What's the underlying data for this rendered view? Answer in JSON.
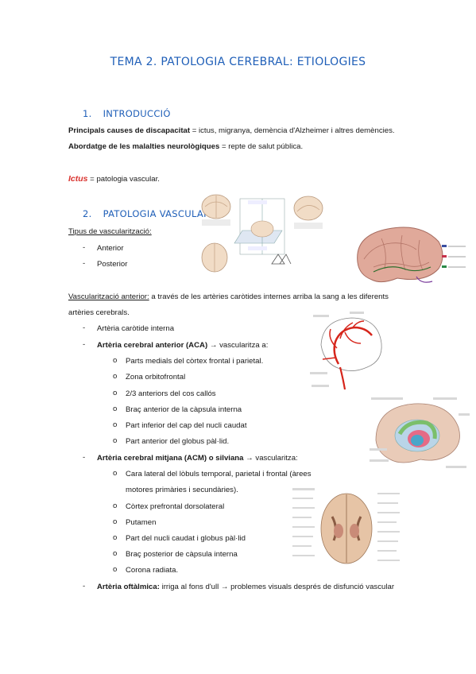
{
  "title": "TEMA 2. PATOLOGIA CEREBRAL: ETIOLOGIES",
  "sec1": {
    "num": "1.",
    "label": "INTRODUCCIÓ"
  },
  "intro": {
    "l1_bold": "Principals causes de discapacitat",
    "l1_rest": " = ictus, migranya, demència d'Alzheimer i altres demències.",
    "l2_bold": "Abordatge de les malalties neurològiques",
    "l2_rest": " = repte de salut pública.",
    "ictus_word": "Ictus",
    "ictus_rest": " = patologia vascular."
  },
  "sec2": {
    "num": "2.",
    "label": "PATOLOGIA VASCULAR"
  },
  "tipus": {
    "heading": "Tipus de vascularització:",
    "items": [
      "Anterior",
      "Posterior"
    ]
  },
  "vasc_ant": {
    "heading": "Vascularització anterior:",
    "text1": " a través de les artèries caròtides internes arriba la sang a les diferents",
    "text2": "artèries cerebrals."
  },
  "list": {
    "carotida": "Artèria caròtide interna",
    "aca_bold": "Artèria cerebral anterior (ACA)",
    "aca_rest": " → vascularitza a:",
    "aca_items": [
      "Parts medials del còrtex frontal i parietal.",
      "Zona orbitofrontal",
      "2/3 anteriors del cos callós",
      "Braç anterior de la càpsula interna",
      "Part inferior del cap del nucli caudat",
      "Part anterior del globus pàl·lid."
    ],
    "acm_bold": "Artèria cerebral mitjana (ACM) o silviana",
    "acm_rest": " → vascularitza:",
    "acm_items": [
      "Cara lateral del lòbuls temporal, parietal i frontal (àrees",
      "motores primàries i secundàries).",
      "Còrtex prefrontal dorsolateral",
      "Putamen",
      "Part del nucli caudat i globus pàl·lid",
      "Braç posterior de càpsula interna",
      "Corona radiata."
    ],
    "oft_bold": "Artèria oftàlmica:",
    "oft_rest": " irriga al fons d'ull → problemes visuals després de disfunció vascular"
  },
  "dash_symbol": "-",
  "circle_symbol": "o",
  "colors": {
    "heading": "#1f5fb8",
    "ictus": "#d9322e",
    "artery": "#d6251b"
  }
}
